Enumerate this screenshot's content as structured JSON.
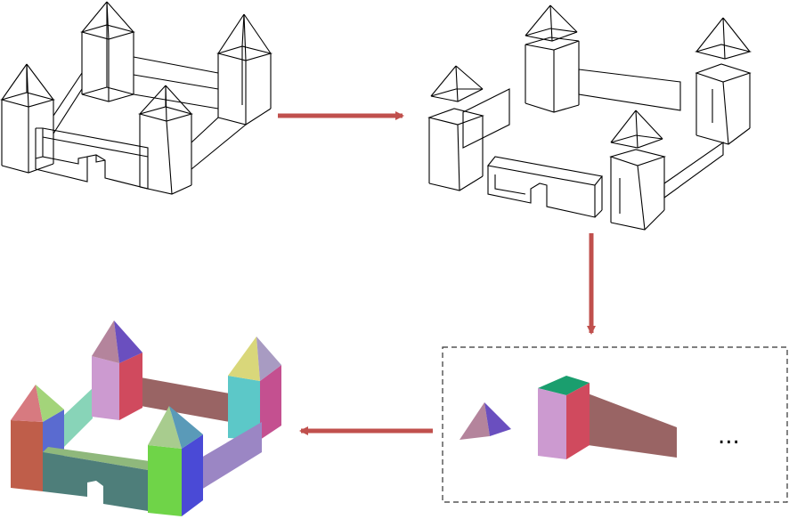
{
  "diagram": {
    "stages": [
      {
        "id": "wireframe-castle",
        "style": "black line drawing"
      },
      {
        "id": "decomposed-wireframe-parts",
        "style": "black line drawing"
      },
      {
        "id": "part-primitives",
        "style": "colored solids in dashed box"
      },
      {
        "id": "assembled-colored-castle",
        "style": "colored solids"
      }
    ],
    "flow": [
      "wireframe-castle",
      "decomposed-wireframe-parts",
      "part-primitives",
      "assembled-colored-castle"
    ],
    "ellipsis_label": "...",
    "colors": {
      "arrow": "#c0504d",
      "wire": "#000000",
      "dash_box": "#333333",
      "primitive_pyramid_left": "#b4849c",
      "primitive_pyramid_right": "#6a4fbf",
      "primitive_box_front": "#cc9ad0",
      "primitive_box_side": "#d04a5e",
      "primitive_box_top": "#1a9e6e",
      "primitive_wall": "#996464",
      "tower_front_left": "#bf5e4a",
      "tower_side_left": "#5a6bd0",
      "roof_front_left": "#d77a80",
      "roof_side_left": "#a3d47a",
      "tower_front_back": "#cc9ad0",
      "tower_side_back": "#d04a5e",
      "roof_front_back": "#b4849c",
      "roof_side_back": "#6a4fbf",
      "tower_front_right": "#5cc8c8",
      "tower_side_right": "#c45090",
      "roof_front_right": "#d9d77a",
      "roof_side_right": "#a89bc2",
      "tower_front_front": "#6fd448",
      "tower_side_front": "#4a4ad6",
      "roof_front_front": "#a8cc8e",
      "roof_side_front": "#5a9ab8",
      "wall_back": "#996464",
      "wall_left": "#88d4b8",
      "wall_right": "#9b86c4",
      "wall_front": "#4e7e7a",
      "wall_front_top": "#8fb87c",
      "wall_side_short": "#6fb0b8"
    }
  }
}
